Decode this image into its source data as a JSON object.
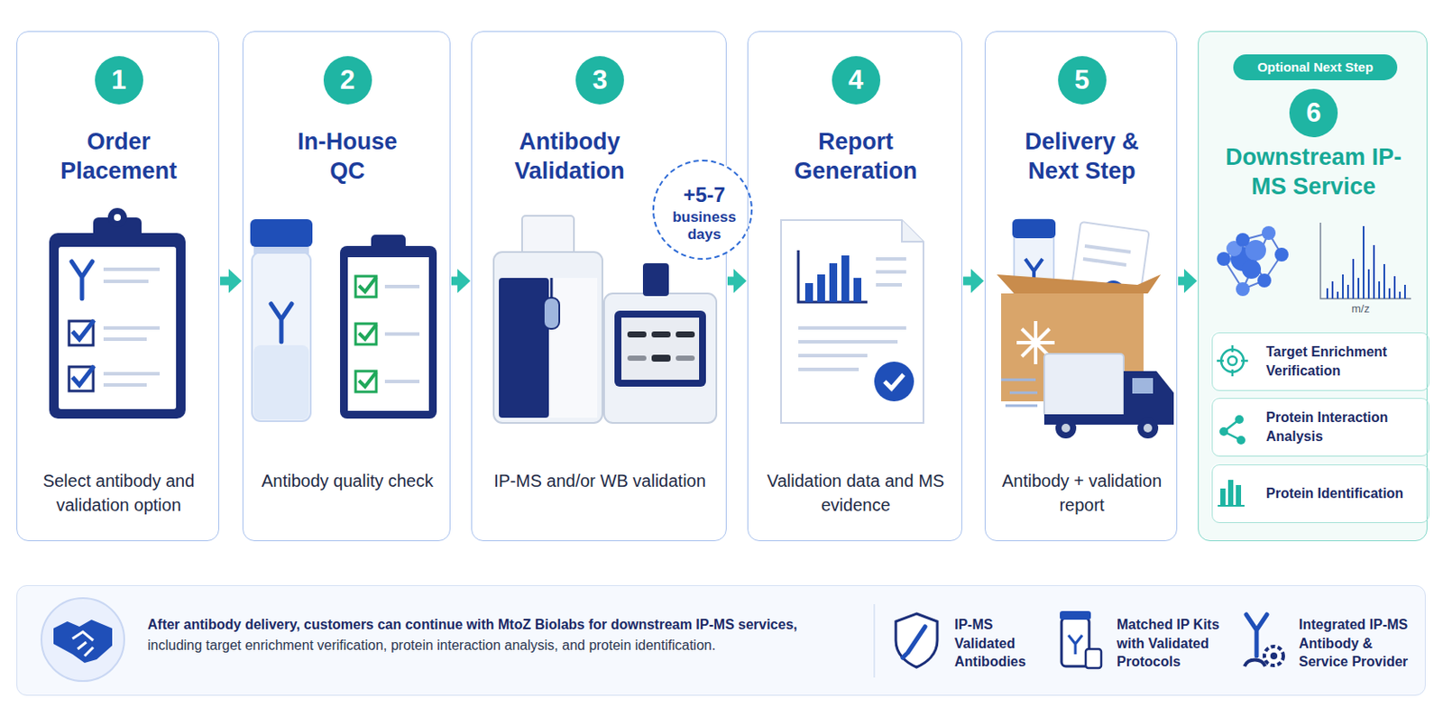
{
  "diagram": {
    "nodes": [
      {
        "text": [
          "1",
          "Order Placement",
          "Select antibody and validation option"
        ]
      },
      {
        "text": [
          "2",
          "In-House QC",
          "Antibody quality check"
        ]
      },
      {
        "text": [
          "3",
          "Antibody Validation",
          "IP-MS and/or WB validation"
        ]
      },
      {
        "text": [
          "+5-7",
          "business days"
        ],
        "in": 2
      },
      {
        "text": [
          "4",
          "Report Generation",
          "Validation data and MS evidence"
        ]
      },
      {
        "text": [
          "5",
          "Delivery & Next Step",
          "Antibody + validation report"
        ]
      },
      {
        "text": [
          "6",
          "Downstream IP-MS Service"
        ]
      },
      {
        "text": [
          "Optional Next Step"
        ],
        "in": 6
      },
      {
        "text": [
          "Target Enrichment Verification"
        ],
        "in": 6
      },
      {
        "text": [
          "Protein Interaction Analysis"
        ],
        "in": 6
      },
      {
        "text": [
          "Protein Identification"
        ],
        "in": 6
      },
      {
        "text": [
          "After antibody delivery, customers can continue with MtoZ Biolabs for downstream IP-MS services,",
          "including target enrichment verification, protein interaction analysis, and protein identification."
        ]
      }
    ],
    "edges": [
      {
        "from": 0,
        "to": 1,
        "arrow": "to"
      },
      {
        "from": 1,
        "to": 2,
        "arrow": "to"
      },
      {
        "from": 2,
        "to": 4,
        "arrow": "to"
      },
      {
        "from": 4,
        "to": 5,
        "arrow": "to"
      },
      {
        "from": 5,
        "to": 6,
        "arrow": "to"
      }
    ],
    "labels": [
      "m/z",
      "IP-MS Validated Antibodies",
      "Matched IP Kits with Validated Protocols",
      "Integrated IP-MS Antibody & Service Provider"
    ]
  }
}
